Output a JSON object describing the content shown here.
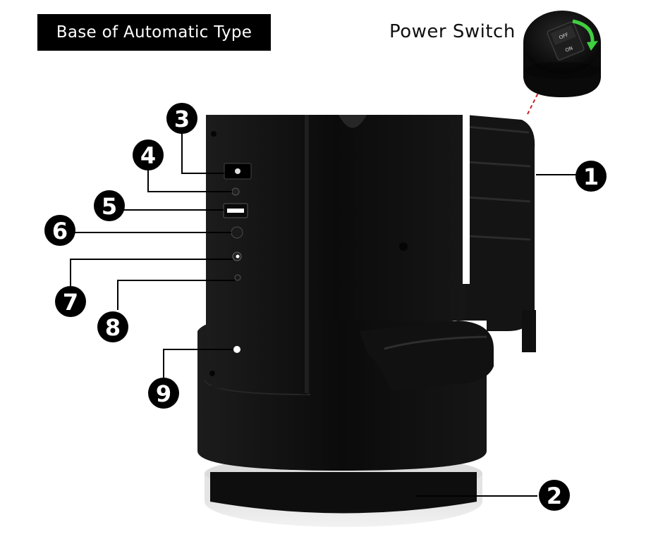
{
  "header": {
    "title": "Base of Automatic Type"
  },
  "power_switch": {
    "label": "Power Switch",
    "off_text": "OFF",
    "on_text": "ON"
  },
  "callouts": [
    "1",
    "2",
    "3",
    "4",
    "5",
    "6",
    "7",
    "8",
    "9"
  ],
  "colors": {
    "body": "#0d0d0d",
    "accent_arrow": "#3fcf3f",
    "leader_dash": "#cc2222",
    "badge": "#000000"
  }
}
